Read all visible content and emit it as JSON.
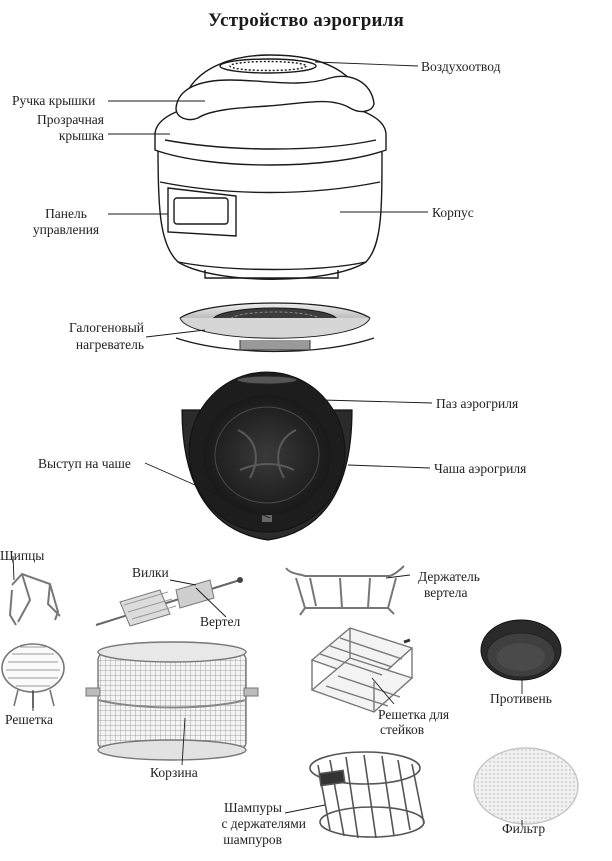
{
  "title": "Устройство аэрогриля",
  "labels": {
    "vent": "Воздухоотвод",
    "lid_handle": "Ручка крышки",
    "clear_lid_1": "Прозрачная",
    "clear_lid_2": "крышка",
    "panel_1": "Панель",
    "panel_2": "управления",
    "body": "Корпус",
    "heater_1": "Галогеновый",
    "heater_2": "нагреватель",
    "groove": "Паз аэрогриля",
    "bowl_ledge": "Выступ на чаше",
    "bowl": "Чаша аэрогриля",
    "tongs": "Щипцы",
    "forks": "Вилки",
    "spit": "Вертел",
    "holder_1": "Держатель",
    "holder_2": "вертела",
    "rack": "Решетка",
    "basket": "Корзина",
    "steak_rack_1": "Решетка для",
    "steak_rack_2": "стейков",
    "tray": "Противень",
    "skewers_1": "Шампуры",
    "skewers_2": "с держателями",
    "skewers_3": "шампуров",
    "filter": "Фильтр"
  },
  "colors": {
    "line": "#1a1a1a",
    "bowl_dark": "#2b2b2b",
    "metal": "#9a9a9a",
    "filter": "#ececec"
  }
}
